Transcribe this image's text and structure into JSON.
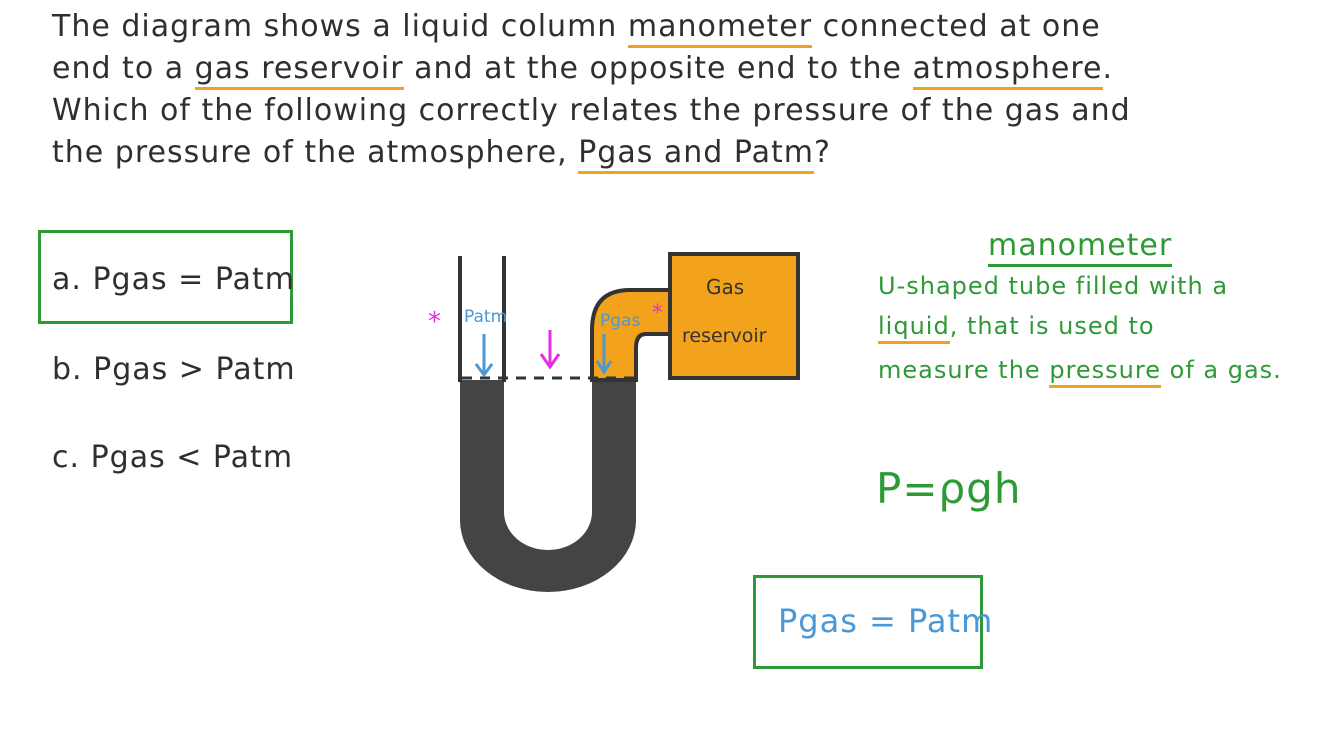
{
  "question": {
    "line1": {
      "pre": "The diagram shows a liquid column ",
      "u1": "manometer",
      "post": " connected at one"
    },
    "line2": {
      "pre": "end to a ",
      "u1": "gas reservoir",
      "mid": " and at the opposite end to the ",
      "u2": "atmosphere",
      "post": "."
    },
    "line3": "Which of the following correctly relates the pressure of the gas and",
    "line4": {
      "pre": "the pressure of the atmosphere, ",
      "u1": "Pgas and Patm",
      "post": "?"
    }
  },
  "options": {
    "a": "a. Pgas = Patm",
    "b": "b. Pgas > Patm",
    "c": "c. Pgas < Patm"
  },
  "diagram": {
    "patm_label": "Patm",
    "pgas_label": "Pgas",
    "reservoir_line1": "Gas",
    "reservoir_line2": "reservoir",
    "star": "*"
  },
  "notes": {
    "title": "manometer",
    "line1": "U-shaped tube filled with a",
    "line2_u": "liquid",
    "line2_post": ", that is used to",
    "line3_pre": "measure the ",
    "line3_u": "pressure",
    "line3_post": " of a gas."
  },
  "formula": "P=ρgh",
  "answer": "Pgas = Patm",
  "colors": {
    "green": "#2e9a36",
    "orange": "#f0a21a",
    "blue": "#4a98d6",
    "magenta": "#e62ee0",
    "liquid": "#444444",
    "reservoir": "#f2a21b"
  }
}
